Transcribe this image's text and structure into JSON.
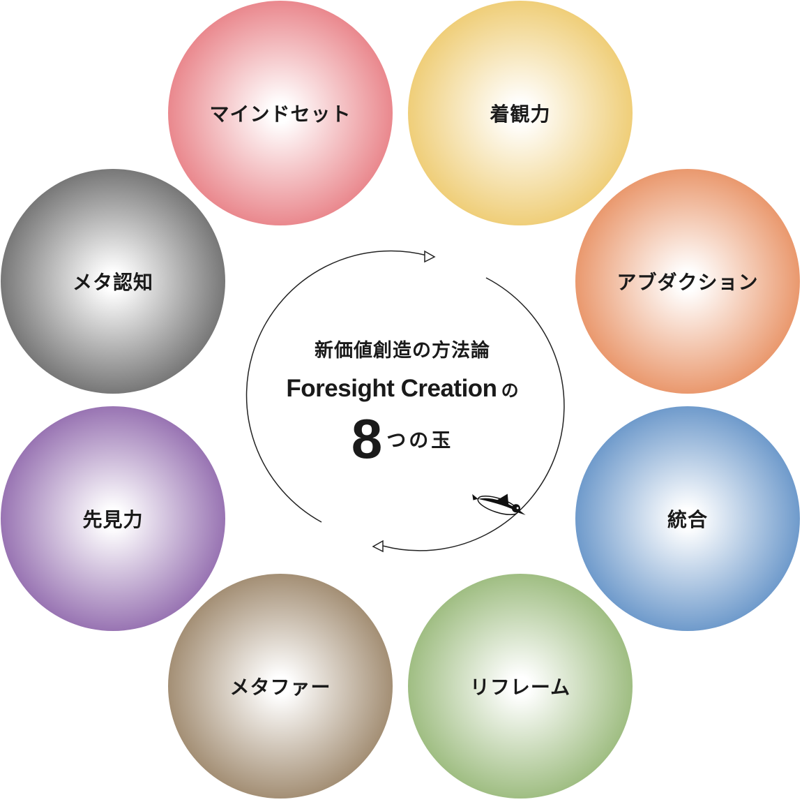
{
  "center": {
    "subtitle": "新価値創造の方法論",
    "title": "Foresight Creation",
    "title_suffix": "の",
    "number": "8",
    "suffix": "つの玉"
  },
  "orbs": [
    {
      "label": "マインドセット",
      "color": "#e0525a"
    },
    {
      "label": "着観力",
      "color": "#e8b83c"
    },
    {
      "label": "アブダクション",
      "color": "#e06a2c"
    },
    {
      "label": "統合",
      "color": "#2e6db4"
    },
    {
      "label": "リフレーム",
      "color": "#74a04a"
    },
    {
      "label": "メタファー",
      "color": "#7a5c36"
    },
    {
      "label": "先見力",
      "color": "#6a3590"
    },
    {
      "label": "メタ認知",
      "color": "#3a3a3a"
    }
  ],
  "icons": {
    "mascot": "penguin-icon"
  }
}
